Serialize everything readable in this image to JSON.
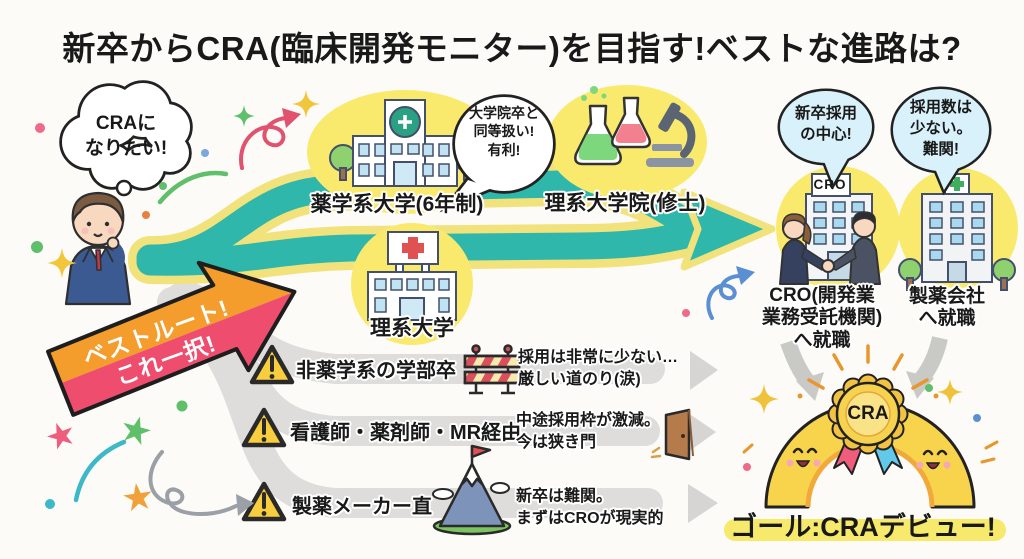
{
  "title": "新卒からCRA(臨床開発モニター)を目指す!ベストな進路は?",
  "start": {
    "thought": "CRAに\nなりたい!"
  },
  "best_route": {
    "label": "ベストルート!\nこれ一択!"
  },
  "nodes": {
    "pharmacy": {
      "label": "薬学系大学(6年制)",
      "note": "大学院卒と\n同等扱い!\n有利!"
    },
    "grad": {
      "label": "理系大学院(修士)"
    },
    "science": {
      "label": "理系大学"
    }
  },
  "employers": {
    "cro": {
      "bubble": "新卒採用\nの中心!",
      "sign": "CRO",
      "label": "CRO(開発業\n業務受託機関)\nへ就職"
    },
    "pharma": {
      "bubble": "採用数は\n少ない。\n難関!",
      "label": "製薬会社\nへ就職"
    }
  },
  "warnings": [
    {
      "label": "非薬学系の学部卒",
      "note": "採用は非常に少ない…\n厳しい道のり(涙)",
      "icon": "barricade-icon"
    },
    {
      "label": "看護師・薬剤師・MR経由",
      "note": "中途採用枠が激減。\n今は狭き門",
      "icon": "door-icon"
    },
    {
      "label": "製薬メーカー直",
      "note": "新卒は難関。\nまずはCROが現実的",
      "icon": "mountain-icon"
    }
  ],
  "goal": {
    "medal": "CRA",
    "label": "ゴール:CRAデビュー!"
  },
  "colors": {
    "route_teal": "#2fb7ab",
    "route_glow_yellow": "#f2e27c",
    "node_blob_yellow": "#f9ea6d",
    "best_route_orange": "#f49d2d",
    "best_route_pink": "#ee4d6e",
    "bubble_light_blue": "#d8f1fa",
    "warning_triangle_yellow": "#f9ce3e",
    "gray_band": "#dddddb",
    "goal_highlight_yellow": "#f7e96b"
  }
}
